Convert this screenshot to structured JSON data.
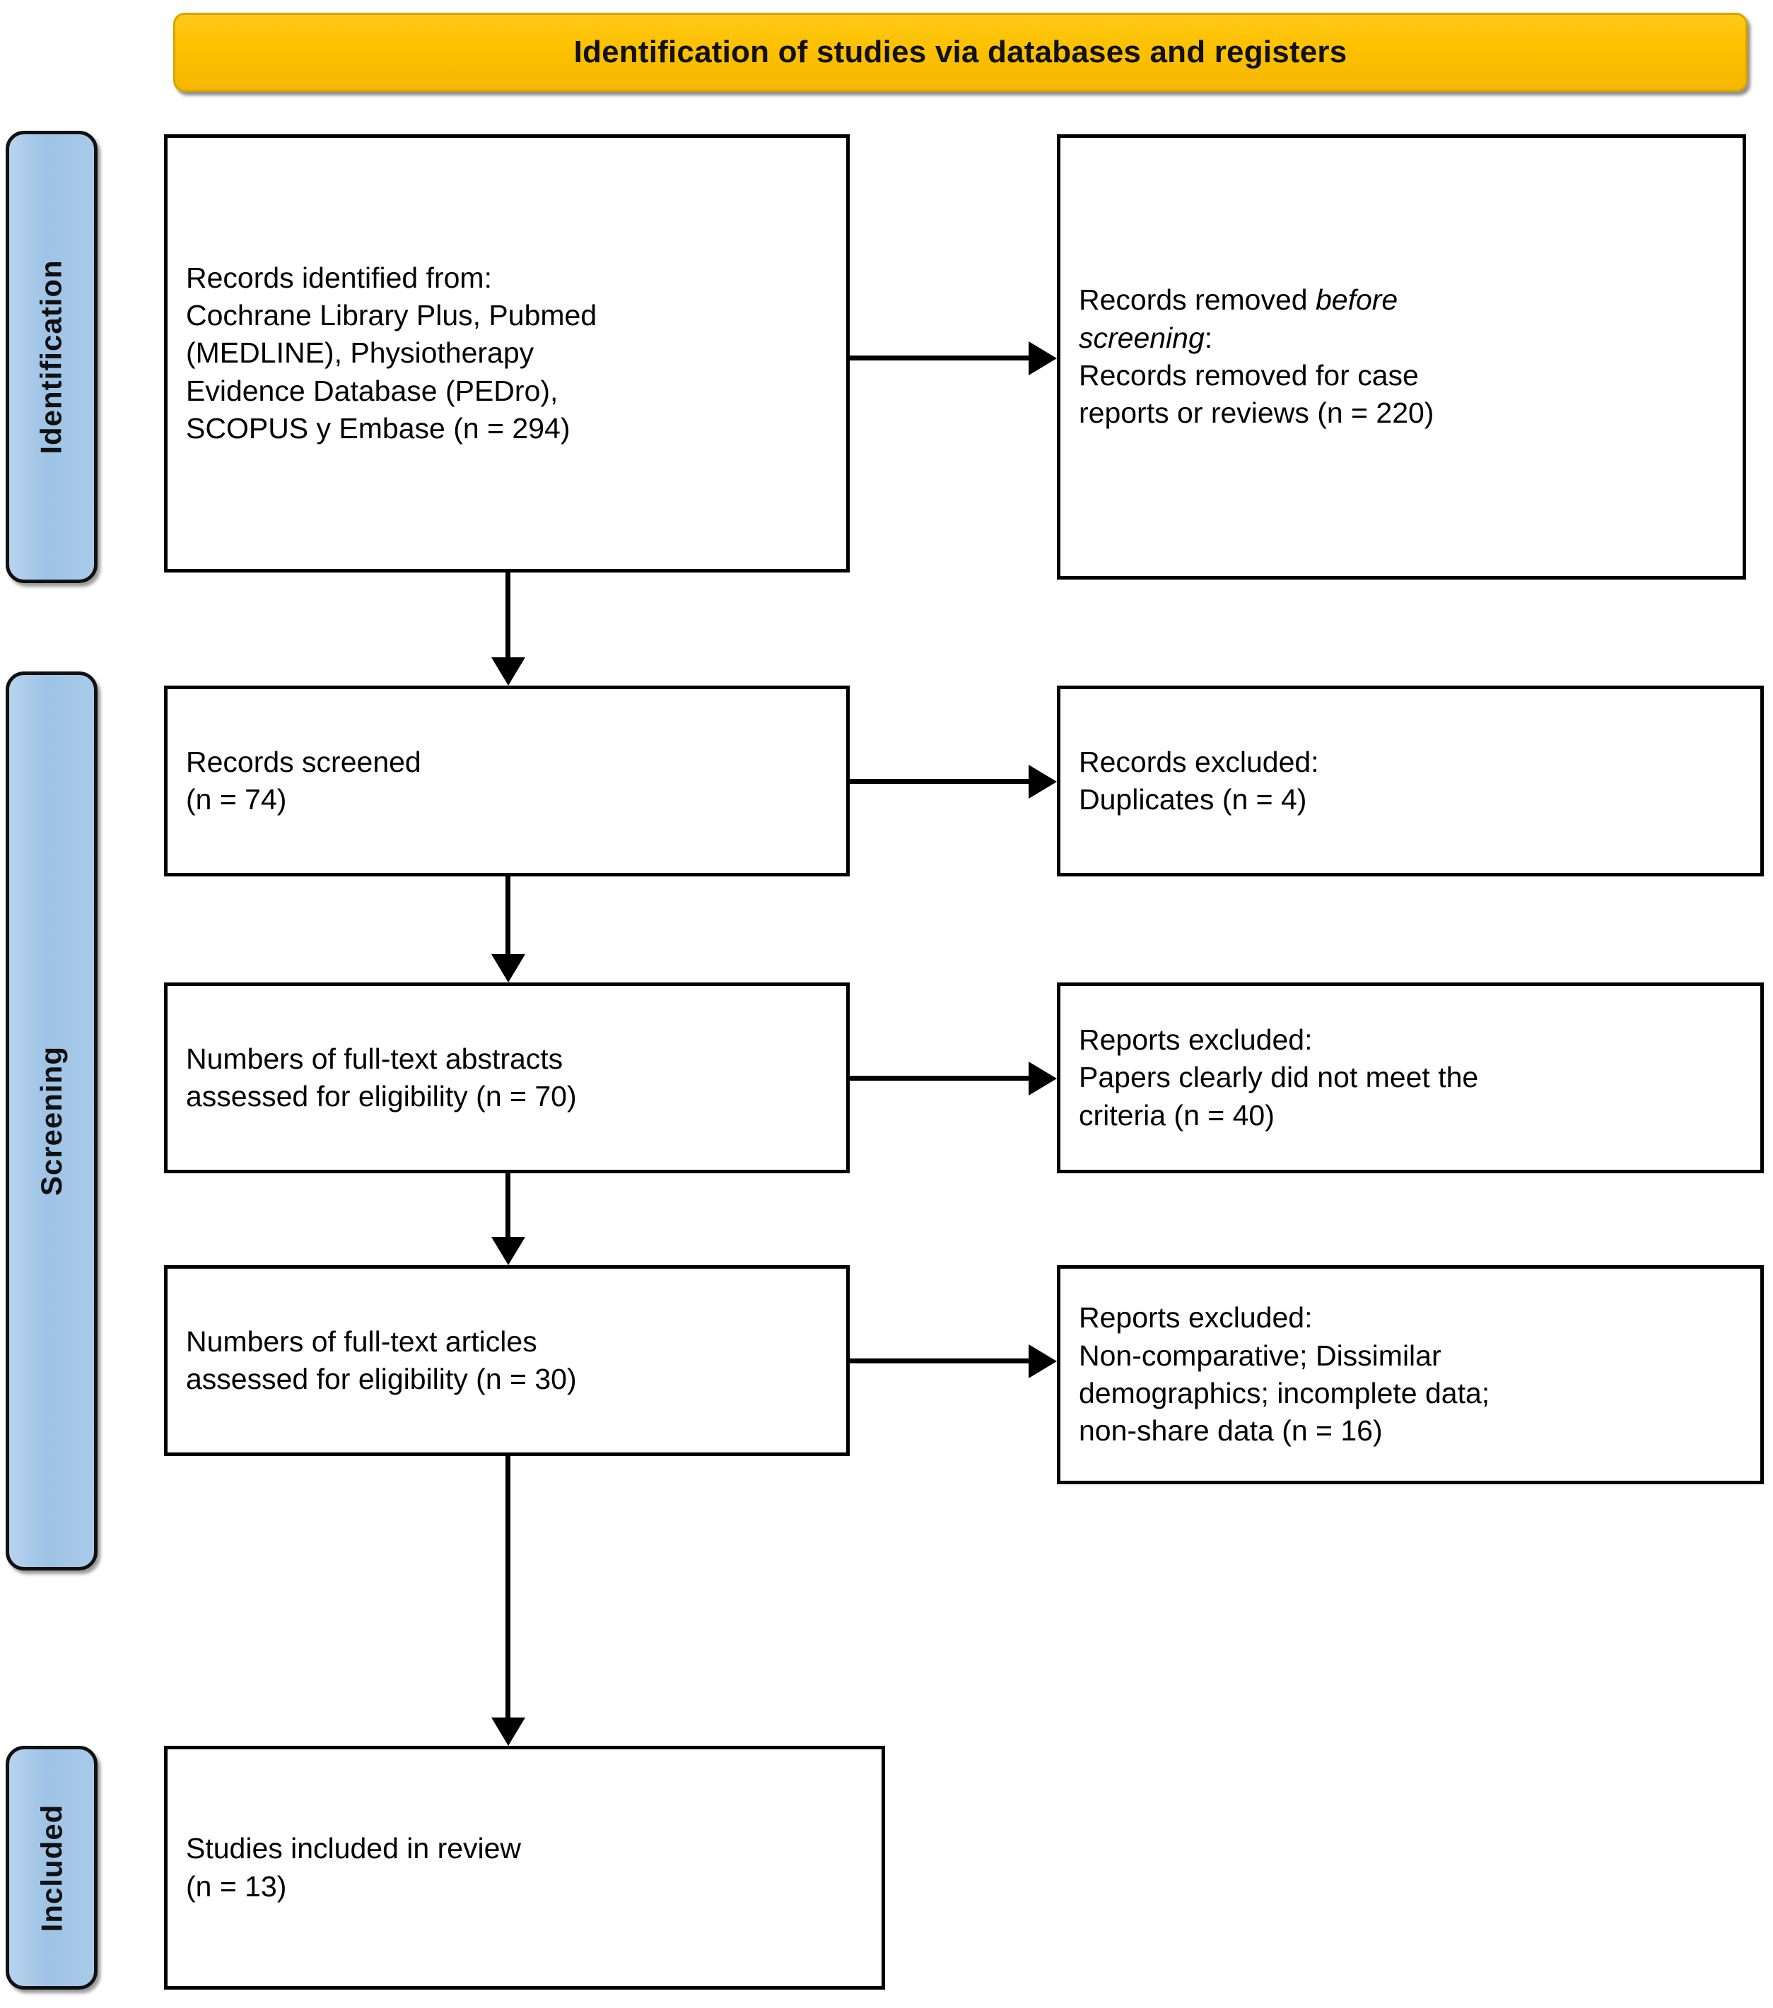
{
  "diagram": {
    "type": "PRISMA flow diagram",
    "header": {
      "title": "Identification of studies via databases and registers",
      "color": "#FDC100"
    },
    "phases": [
      {
        "id": "identification",
        "label": "Identification",
        "color": "#A9CBEA"
      },
      {
        "id": "screening",
        "label": "Screening",
        "color": "#A9CBEA"
      },
      {
        "id": "included",
        "label": "Included",
        "color": "#A9CBEA"
      }
    ],
    "boxes": {
      "identified": {
        "line1": "Records identified from:",
        "line2": "Cochrane Library Plus, Pubmed",
        "line3": "(MEDLINE), Physiotherapy",
        "line4": "Evidence Database (PEDro),",
        "line5": "SCOPUS y Embase (n = 294)",
        "n": 294
      },
      "removed_before_screening": {
        "line1_pre": "Records removed ",
        "line1_em": "before",
        "line2_em": "screening",
        "line2_post": ":",
        "line3": "Records removed for case",
        "line4": "reports or reviews (n = 220)",
        "n": 220
      },
      "screened": {
        "line1": "Records screened",
        "line2": "(n = 74)",
        "n": 74
      },
      "excluded_duplicates": {
        "line1": "Records excluded:",
        "line2": "Duplicates (n = 4)",
        "n": 4
      },
      "abstracts_assessed": {
        "line1": "Numbers of full-text abstracts",
        "line2": "assessed for eligibility (n = 70)",
        "n": 70
      },
      "excluded_criteria": {
        "line1": "Reports excluded:",
        "line2": "Papers clearly did not meet the",
        "line3": "criteria (n = 40)",
        "n": 40
      },
      "articles_assessed": {
        "line1": "Numbers of full-text articles",
        "line2": "assessed for eligibility (n = 30)",
        "n": 30
      },
      "excluded_other": {
        "line1": "Reports excluded:",
        "line2": "Non-comparative; Dissimilar",
        "line3": "demographics; incomplete data;",
        "line4": "non-share data (n = 16)",
        "n": 16
      },
      "included_studies": {
        "line1": "Studies included in review",
        "line2": "(n = 13)",
        "n": 13
      }
    }
  }
}
